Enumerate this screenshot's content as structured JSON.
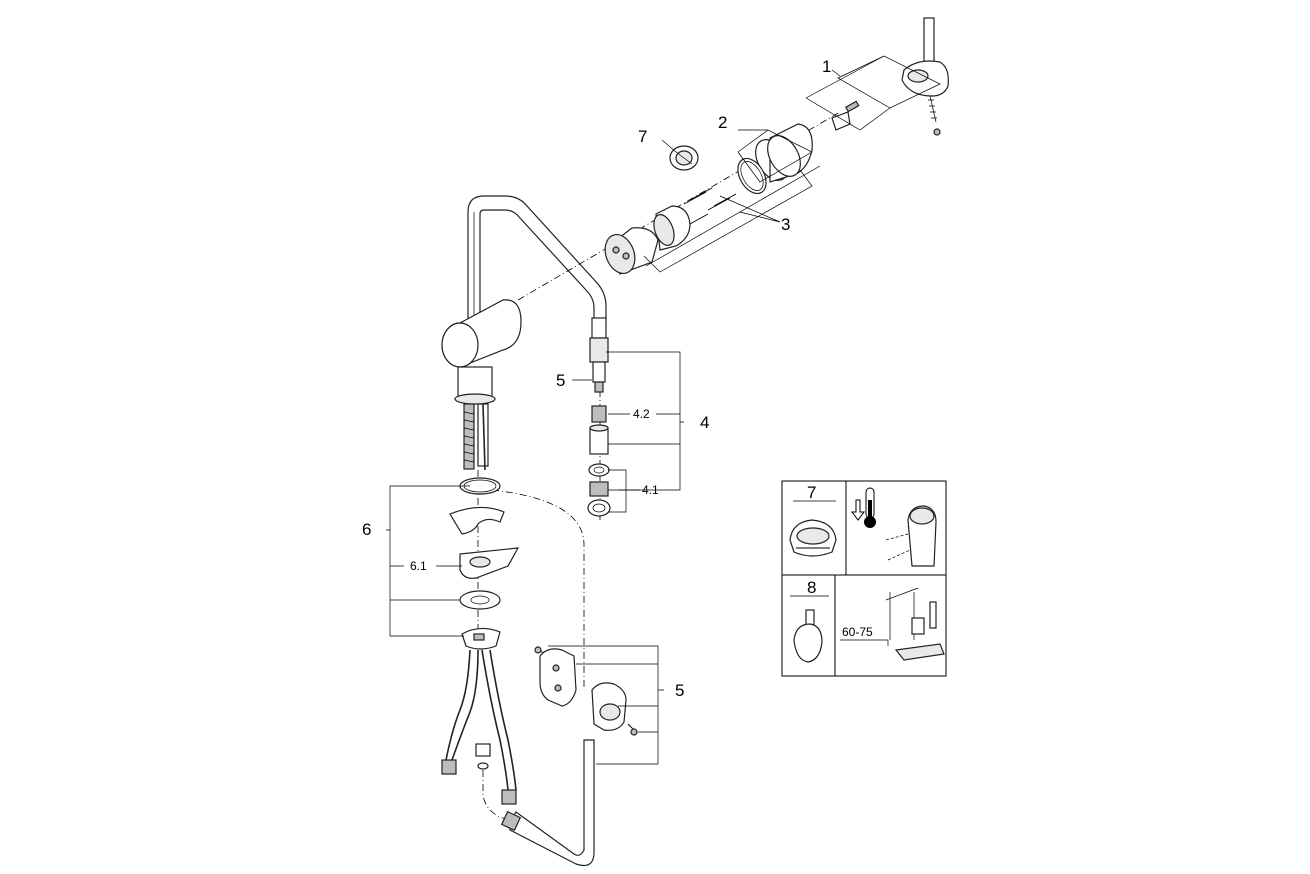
{
  "callouts": {
    "lever_handle": "1",
    "cartridge_seal": "2",
    "cartridge": "3",
    "aerator_set": "4",
    "aerator_insert": "4.1",
    "aerator_screen": "4.2",
    "hose_connector": "5",
    "guide_holder": "5",
    "mounting_set": "6",
    "mounting_clamp": "6.1",
    "temperature_limiter": "7"
  },
  "inset": {
    "limiter_label": "7",
    "handle_label": "8",
    "dimension_label": "60-75"
  }
}
